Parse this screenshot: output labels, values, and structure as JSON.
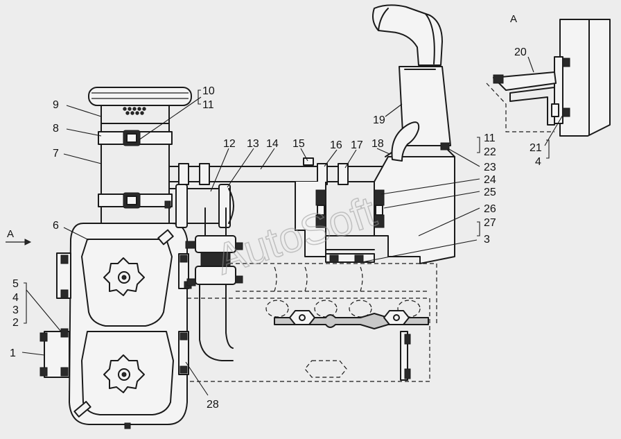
{
  "view_marks": {
    "main_arrow": "A",
    "inset": "A"
  },
  "watermark": "AutoSoft",
  "callouts": {
    "c1": "1",
    "c2": "2",
    "c3": "3",
    "c4": "4",
    "c5": "5",
    "c6": "6",
    "c7": "7",
    "c8": "8",
    "c9": "9",
    "c10": "10",
    "c11": "11",
    "c12": "12",
    "c13": "13",
    "c14": "14",
    "c15": "15",
    "c16": "16",
    "c17": "17",
    "c18": "18",
    "c19": "19",
    "c20": "20",
    "c21": "21",
    "c22": "22",
    "c23": "23",
    "c24": "24",
    "c25": "25",
    "c26": "26",
    "c27": "27",
    "c28": "28"
  },
  "group_labels": {
    "g11_22_23": [
      "11",
      "22",
      "23"
    ],
    "g27_3": [
      "27",
      "3"
    ],
    "g5_2": [
      "5",
      "4",
      "3",
      "2"
    ],
    "g10_11": [
      "10",
      "11"
    ],
    "g21_4": [
      "21",
      "4"
    ]
  }
}
